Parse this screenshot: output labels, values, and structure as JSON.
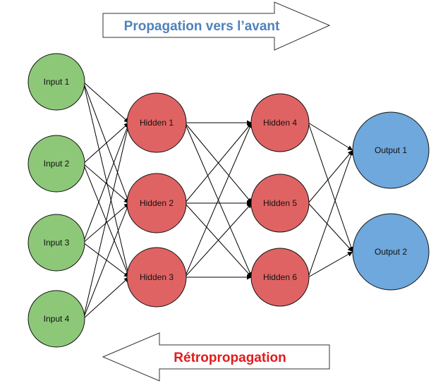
{
  "banners": {
    "forward": {
      "text": "Propagation vers l’avant",
      "color": "#4f81bd",
      "direction": "right"
    },
    "backward": {
      "text": "Rétropropagation",
      "color": "#e31a1c",
      "direction": "left"
    }
  },
  "layers": [
    {
      "id": "input",
      "color": "#8dc878",
      "nodes": [
        "Input 1",
        "Input 2",
        "Input 3",
        "Input 4"
      ]
    },
    {
      "id": "hidden-a",
      "color": "#e06363",
      "nodes": [
        "Hidden 1",
        "Hidden 2",
        "Hidden 3"
      ]
    },
    {
      "id": "hidden-b",
      "color": "#e06363",
      "nodes": [
        "Hidden 4",
        "Hidden 5",
        "Hidden 6"
      ]
    },
    {
      "id": "output",
      "color": "#6ea8dc",
      "nodes": [
        "Output 1",
        "Output 2"
      ]
    }
  ],
  "connectivity": "fully-connected between consecutive layers"
}
